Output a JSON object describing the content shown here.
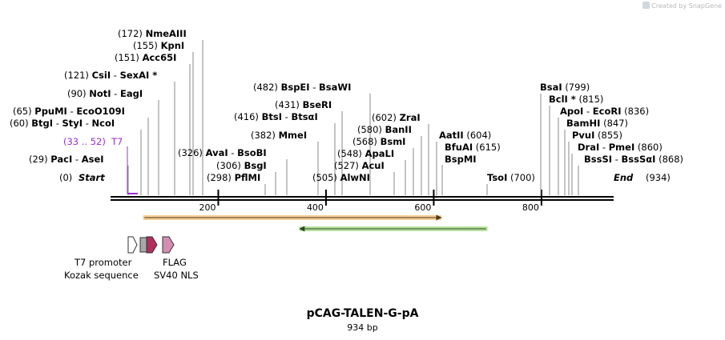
{
  "credit": "Created by SnapGene",
  "title": "pCAG-TALEN-G-pA",
  "subtitle": "934 bp",
  "length": 934,
  "ticks": [
    200,
    400,
    600,
    800
  ],
  "ends": {
    "start_pos": "(0)",
    "start_label": "Start",
    "end_label": "End",
    "end_pos": "(934)"
  },
  "primer": {
    "range": "(33 .. 52)",
    "name": "T7",
    "from": 33,
    "to": 52,
    "color": "#9b30d9"
  },
  "sites_left": [
    {
      "pos": "(172)",
      "names": [
        "NmeAIII"
      ],
      "site": 172
    },
    {
      "pos": "(155)",
      "names": [
        "KpnI"
      ],
      "site": 155
    },
    {
      "pos": "(151)",
      "names": [
        "Acc65I"
      ],
      "site": 151
    },
    {
      "pos": "(121)",
      "names": [
        "CsiI",
        "SexAI *"
      ],
      "site": 121
    },
    {
      "pos": "(90)",
      "names": [
        "NotI",
        "EagI"
      ],
      "site": 90
    },
    {
      "pos": "(65)",
      "names": [
        "PpuMI",
        "EcoO109I"
      ],
      "site": 65
    },
    {
      "pos": "(60)",
      "names": [
        "BtgI",
        "StyI",
        "NcoI"
      ],
      "site": 60
    },
    {
      "pos": "(29)",
      "names": [
        "PacI",
        "AseI"
      ],
      "site": 29
    }
  ],
  "sites_mid": [
    {
      "pos": "(482)",
      "names": [
        "BspEI",
        "BsaWI"
      ],
      "site": 482
    },
    {
      "pos": "(431)",
      "names": [
        "BseRI"
      ],
      "site": 431
    },
    {
      "pos": "(416)",
      "names": [
        "BtsI",
        "BtsαI"
      ],
      "site": 416
    },
    {
      "pos": "(382)",
      "names": [
        "MmeI"
      ],
      "site": 382
    },
    {
      "pos": "(326)",
      "names": [
        "AvaI",
        "BsoBI"
      ],
      "site": 326
    },
    {
      "pos": "(306)",
      "names": [
        "BsgI"
      ],
      "site": 306
    },
    {
      "pos": "(298)",
      "names": [
        "PflMI"
      ],
      "site": 298
    },
    {
      "pos": "(602)",
      "names": [
        "ZraI"
      ],
      "site": 602
    },
    {
      "pos": "(580)",
      "names": [
        "BanII"
      ],
      "site": 580
    },
    {
      "pos": "(568)",
      "names": [
        "BsmI"
      ],
      "site": 568
    },
    {
      "pos": "(548)",
      "names": [
        "ApaLI"
      ],
      "site": 548
    },
    {
      "pos": "(527)",
      "names": [
        "AcuI"
      ],
      "site": 527
    },
    {
      "pos": "(505)",
      "names": [
        "AlwNI"
      ],
      "site": 505
    },
    {
      "pos": "(604)",
      "names": [
        "AatII"
      ],
      "site": 604
    },
    {
      "pos": "(615)",
      "names": [
        "BfuAI",
        "BspMI"
      ],
      "site": 615
    },
    {
      "pos": "(700)",
      "names": [
        "TsoI"
      ],
      "site": 700
    }
  ],
  "sites_right": [
    {
      "pos": "(799)",
      "names": [
        "BsaI"
      ],
      "site": 799
    },
    {
      "pos": "(815)",
      "names": [
        "BclI *"
      ],
      "site": 815
    },
    {
      "pos": "(836)",
      "names": [
        "ApoI",
        "EcoRI"
      ],
      "site": 836
    },
    {
      "pos": "(847)",
      "names": [
        "BamHI"
      ],
      "site": 847
    },
    {
      "pos": "(855)",
      "names": [
        "PvuI"
      ],
      "site": 855
    },
    {
      "pos": "(860)",
      "names": [
        "DraI",
        "PmeI"
      ],
      "site": 860
    },
    {
      "pos": "(868)",
      "names": [
        "BssSI",
        "BssSαI"
      ],
      "site": 868
    }
  ],
  "cds": [
    {
      "from": 60,
      "to": 615,
      "direction": "forward",
      "color": "#f2a541"
    },
    {
      "from": 700,
      "to": 350,
      "direction": "reverse",
      "color": "#7ec850"
    }
  ],
  "features": [
    {
      "name": "T7 promoter",
      "color": "#ffffff",
      "kind": "arrow"
    },
    {
      "name": "Kozak sequence",
      "color": "#a9a9a9",
      "kind": "box"
    },
    {
      "name": "FLAG",
      "color": "#b32d5d",
      "kind": "arrow"
    },
    {
      "name": "SV40 NLS",
      "color": "#d48fb0",
      "kind": "arrow"
    }
  ]
}
